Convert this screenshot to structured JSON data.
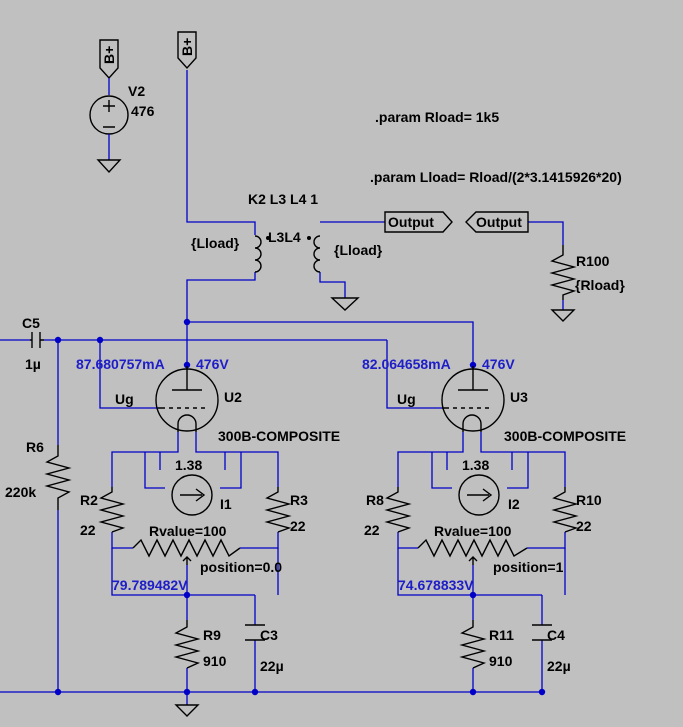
{
  "supply": {
    "flag": "B+",
    "source_name": "V2",
    "source_value": "476"
  },
  "directives": {
    "rload": ".param Rload= 1k5",
    "lload": ".param Lload= Rload/(2*3.1415926*20)",
    "coupling": "K2 L3 L4 1"
  },
  "transformer": {
    "name": "L3L4",
    "primary_value": "{Lload}",
    "secondary_value": "{Lload}"
  },
  "output": {
    "label_left": "Output",
    "label_right": "Output",
    "load_name": "R100",
    "load_value": "{Rload}"
  },
  "input": {
    "cap_name": "C5",
    "cap_value": "1µ",
    "bias_name": "R6",
    "bias_value": "220k"
  },
  "stage_left": {
    "tube": "U2",
    "model": "300B-COMPOSITE",
    "grid_label": "Ug",
    "op_current": "87.680757mA",
    "op_plate": "476V",
    "current_source": "I1",
    "current_value": "1.38",
    "r_a": "R2",
    "r_a_value": "22",
    "r_b": "R3",
    "r_b_value": "22",
    "pot_value": "Rvalue=100",
    "pot_position": "position=0.0",
    "cathode_voltage": "79.789482V",
    "r_k": "R9",
    "r_k_value": "910",
    "c_k": "C3",
    "c_k_value": "22µ"
  },
  "stage_right": {
    "tube": "U3",
    "model": "300B-COMPOSITE",
    "grid_label": "Ug",
    "op_current": "82.064658mA",
    "op_plate": "476V",
    "current_source": "I2",
    "current_value": "1.38",
    "r_a": "R8",
    "r_a_value": "22",
    "r_b": "R10",
    "r_b_value": "22",
    "pot_value": "Rvalue=100",
    "pot_position": "position=1",
    "cathode_voltage": "74.678833V",
    "r_k": "R11",
    "r_k_value": "910",
    "c_k": "C4",
    "c_k_value": "22µ"
  },
  "colors": {
    "background": "#c0c0c0",
    "wire": "#0000c8",
    "component": "#000000",
    "annotation": "#1e1ec8"
  }
}
